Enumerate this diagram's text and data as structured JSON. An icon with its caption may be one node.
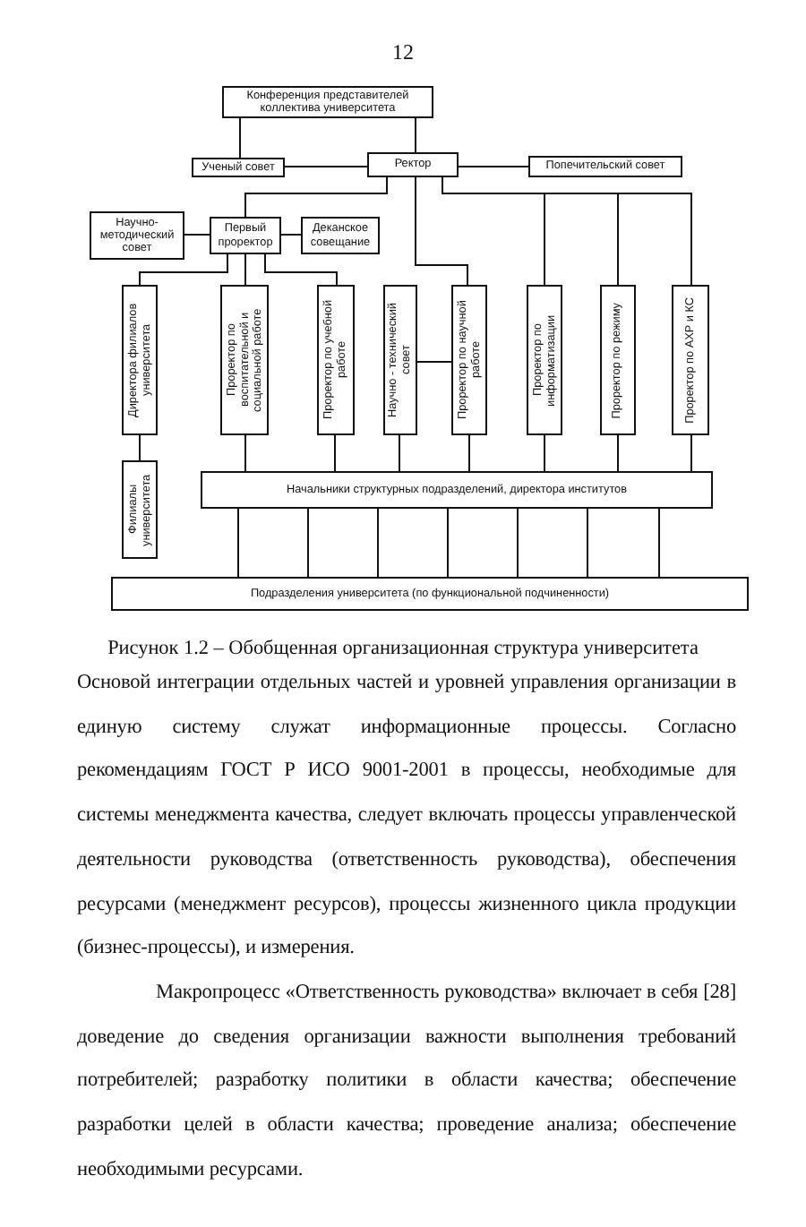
{
  "diagram": {
    "caption": "Рисунок 1.2 – Обобщенная организационная структура университета",
    "nodes": [
      {
        "text": [
          "Конференция представителей коллектива университета"
        ]
      },
      {
        "text": [
          "Ученый совет"
        ]
      },
      {
        "text": [
          "Ректор"
        ]
      },
      {
        "text": [
          "Попечительский совет"
        ]
      },
      {
        "text": [
          "Научно-методический совет"
        ]
      },
      {
        "text": [
          "Первый проректор"
        ]
      },
      {
        "text": [
          "Деканское совещание"
        ]
      },
      {
        "text": [
          "Директора филиалов университета"
        ]
      },
      {
        "text": [
          "Проректор по воспитательной и социальной работе"
        ]
      },
      {
        "text": [
          "Проректор по учебной работе"
        ]
      },
      {
        "text": [
          "Научно - технический совет"
        ]
      },
      {
        "text": [
          "Проректор по научной работе"
        ]
      },
      {
        "text": [
          "Проректор по информатизации"
        ]
      },
      {
        "text": [
          "Проректор по режиму"
        ]
      },
      {
        "text": [
          "Проректор по АХР и КС"
        ]
      },
      {
        "text": [
          "Филиалы университета"
        ]
      },
      {
        "text": [
          "Начальники структурных подразделений, директора институтов"
        ]
      },
      {
        "text": [
          "Подразделения университета (по функциональной подчиненности)"
        ]
      }
    ],
    "edges": [
      {
        "from": 0,
        "to": 1,
        "arrow": "none"
      },
      {
        "from": 0,
        "to": 2,
        "arrow": "none"
      },
      {
        "from": 1,
        "to": 2,
        "arrow": "none"
      },
      {
        "from": 2,
        "to": 3,
        "arrow": "none"
      },
      {
        "from": 2,
        "to": 5,
        "arrow": "none"
      },
      {
        "from": 2,
        "to": 11,
        "arrow": "none"
      },
      {
        "from": 2,
        "to": 12,
        "arrow": "none"
      },
      {
        "from": 2,
        "to": 13,
        "arrow": "none"
      },
      {
        "from": 2,
        "to": 14,
        "arrow": "none"
      },
      {
        "from": 4,
        "to": 5,
        "arrow": "none"
      },
      {
        "from": 5,
        "to": 6,
        "arrow": "none"
      },
      {
        "from": 5,
        "to": 7,
        "arrow": "none"
      },
      {
        "from": 5,
        "to": 8,
        "arrow": "none"
      },
      {
        "from": 5,
        "to": 9,
        "arrow": "none"
      },
      {
        "from": 10,
        "to": 11,
        "arrow": "none"
      },
      {
        "from": 7,
        "to": 15,
        "arrow": "none"
      },
      {
        "from": 8,
        "to": 16,
        "arrow": "none"
      },
      {
        "from": 9,
        "to": 16,
        "arrow": "none"
      },
      {
        "from": 10,
        "to": 16,
        "arrow": "none"
      },
      {
        "from": 11,
        "to": 16,
        "arrow": "none"
      },
      {
        "from": 12,
        "to": 16,
        "arrow": "none"
      },
      {
        "from": 13,
        "to": 16,
        "arrow": "none"
      },
      {
        "from": 14,
        "to": 16,
        "arrow": "none"
      },
      {
        "from": 16,
        "to": 17,
        "arrow": "none"
      },
      {
        "from": 16,
        "to": 17,
        "arrow": "none"
      },
      {
        "from": 16,
        "to": 17,
        "arrow": "none"
      },
      {
        "from": 16,
        "to": 17,
        "arrow": "none"
      },
      {
        "from": 16,
        "to": 17,
        "arrow": "none"
      },
      {
        "from": 16,
        "to": 17,
        "arrow": "none"
      },
      {
        "from": 16,
        "to": 17,
        "arrow": "none"
      }
    ],
    "labels": [
      "12",
      "Основой интеграции отдельных частей и уровней управления организации в единую систему служат информационные процессы. Согласно рекомендациям ГОСТ Р ИСО 9001-2001 в процессы, необходимые для системы менеджмента качества, следует включать процессы управленческой деятельности руководства (ответственность руководства), обеспечения ресурсами (менеджмент ресурсов), процессы жизненного цикла продукции (бизнес-процессы), и измерения.",
      "Макропроцесс «Ответственность руководства» включает в себя [28] доведение до сведения организации важности выполнения требований потребителей; разработку политики в области качества; обеспечение разработки целей в области качества; проведение анализа; обеспечение необходимыми ресурсами."
    ]
  }
}
